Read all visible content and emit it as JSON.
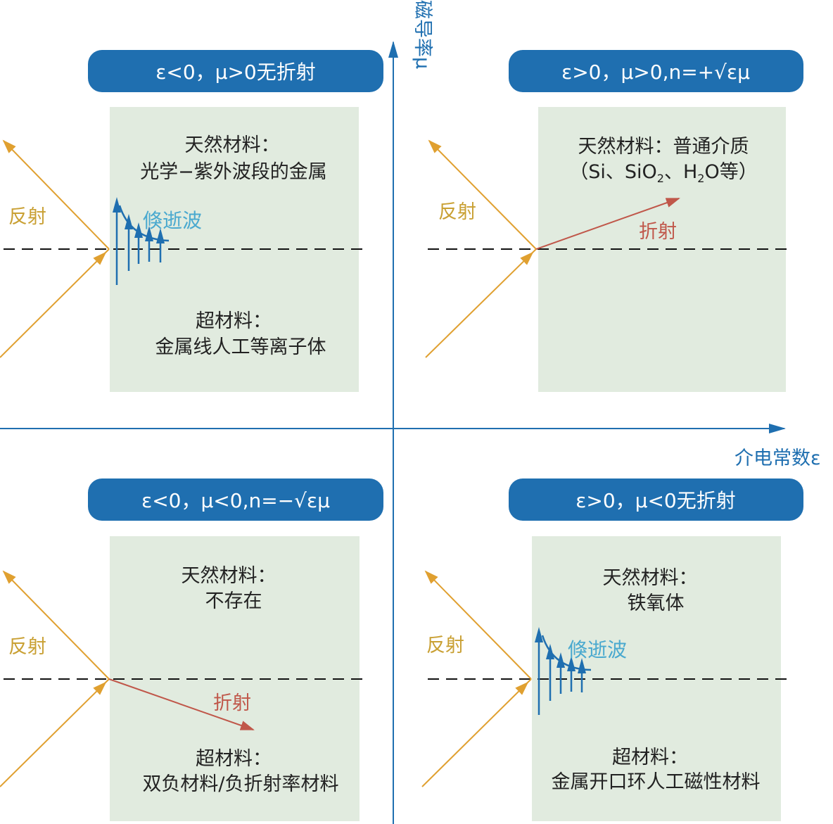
{
  "axes": {
    "x_label": "介电常数ε",
    "y_label": "磁导率μ"
  },
  "quadrants": {
    "top_left": {
      "header": "ε<0，μ>0无折射",
      "natural_title": "天然材料：",
      "natural_value": "光学−紫外波段的金属",
      "meta_title": "超材料：",
      "meta_value": "金属线人工等离子体",
      "reflection": "反射",
      "evanescent": "倏逝波"
    },
    "top_right": {
      "header": "ε>0，μ>0,n=+√εμ",
      "natural_line1": "天然材料：普通介质",
      "natural_line2_a": "（Si、SiO",
      "sub_2a": "2",
      "natural_line2_b": "、H",
      "sub_2b": "2",
      "natural_line2_c": "O等）",
      "reflection": "反射",
      "refraction": "折射"
    },
    "bottom_left": {
      "header": "ε<0，μ<0,n=−√εμ",
      "natural_title": "天然材料：",
      "natural_value": "不存在",
      "meta_title": "超材料：",
      "meta_value": "双负材料/负折射率材料",
      "reflection": "反射",
      "refraction": "折射"
    },
    "bottom_right": {
      "header": "ε>0，μ<0无折射",
      "natural_title": "天然材料：",
      "natural_value": "铁氧体",
      "meta_title": "超材料：",
      "meta_value": "金属开口环人工磁性材料",
      "reflection": "反射",
      "evanescent": "倏逝波"
    }
  },
  "colors": {
    "header": "#1f6fb0",
    "box": "#e1ebdf",
    "ray": "#e0a030",
    "refraction": "#c0574a",
    "evanescent": "#4aa9cf"
  }
}
